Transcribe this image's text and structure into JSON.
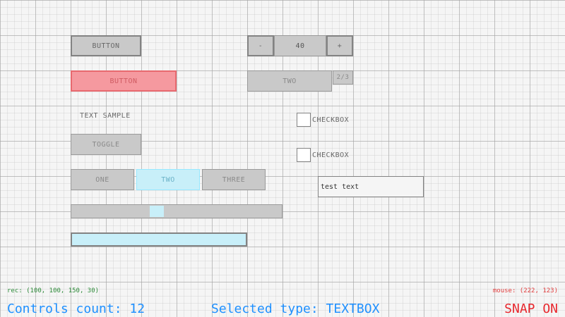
{
  "controls": {
    "button": "BUTTON",
    "button_hot": "BUTTON",
    "spinner": {
      "minus": "-",
      "value": "40",
      "plus": "+"
    },
    "combo": {
      "label": "TWO",
      "counter": "2/3"
    },
    "text_sample": "TEXT SAMPLE",
    "toggle": "TOGGLE",
    "toggle_group": [
      "ONE",
      "TWO",
      "THREE"
    ],
    "toggle_group_selected": 1,
    "checkbox_1": "CHECKBOX",
    "checkbox_2": "CHECKBOX",
    "textbox_value": "test text",
    "slider_value": 0.4,
    "progress_value": 1.0
  },
  "status": {
    "rec": "rec: (100, 100, 150, 30)",
    "mouse": "mouse: (222, 123)",
    "controls_count": "Controls count: 12",
    "selected_type": "Selected type: TEXTBOX",
    "snap": "SNAP ON"
  },
  "colors": {
    "rec_text": "#2e8b3a",
    "mouse_text": "#e03c3c",
    "count_text": "#1e90ff",
    "snap_text": "#e8282e",
    "accent_selected": "#c8eff9",
    "accent_hot": "#f5999f"
  }
}
